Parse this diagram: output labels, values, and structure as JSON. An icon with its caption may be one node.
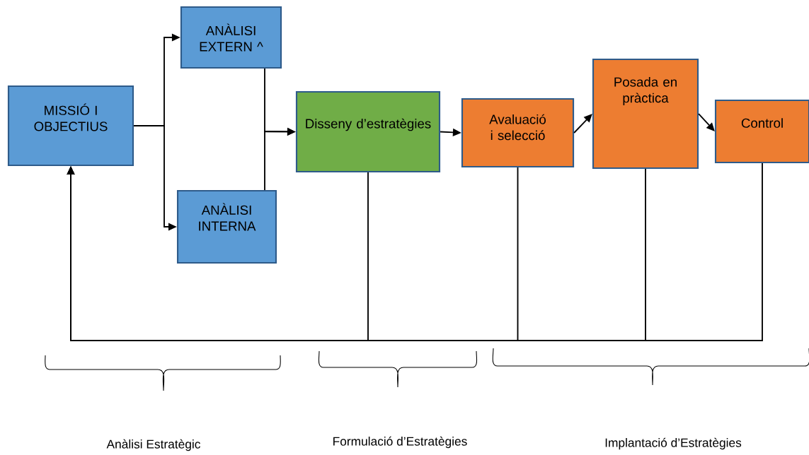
{
  "diagram": {
    "nodes": [
      {
        "text": [
          "MISSIÓ I OBJECTIUS"
        ]
      },
      {
        "text": [
          "ANÀLISI EXTERN ^"
        ]
      },
      {
        "text": [
          "ANÀLISI INTERNA"
        ]
      },
      {
        "text": [
          "Disseny d’estratègies"
        ]
      },
      {
        "text": [
          "Avaluació i selecció"
        ]
      },
      {
        "text": [
          "Posada en pràctica"
        ]
      },
      {
        "text": [
          "Control"
        ]
      }
    ],
    "edges": [
      {
        "from": 0,
        "to": 1,
        "arrow": "to"
      },
      {
        "from": 0,
        "to": 2,
        "arrow": "to"
      },
      {
        "from": 1,
        "to": 3,
        "arrow": "to"
      },
      {
        "from": 2,
        "to": 3,
        "arrow": "to"
      },
      {
        "from": 3,
        "to": 4,
        "arrow": "to"
      },
      {
        "from": 4,
        "to": 5,
        "arrow": "to"
      },
      {
        "from": 5,
        "to": 6,
        "arrow": "to"
      },
      {
        "from": 3,
        "to": 0,
        "arrow": "to"
      },
      {
        "from": 4,
        "to": 0,
        "arrow": "to"
      },
      {
        "from": 5,
        "to": 0,
        "arrow": "to"
      },
      {
        "from": 6,
        "to": 0,
        "arrow": "to"
      }
    ],
    "labels": [
      "Anàlisi Estratègic",
      "Formulació d’Estratègies",
      "Implantació d’Estratègies"
    ]
  }
}
